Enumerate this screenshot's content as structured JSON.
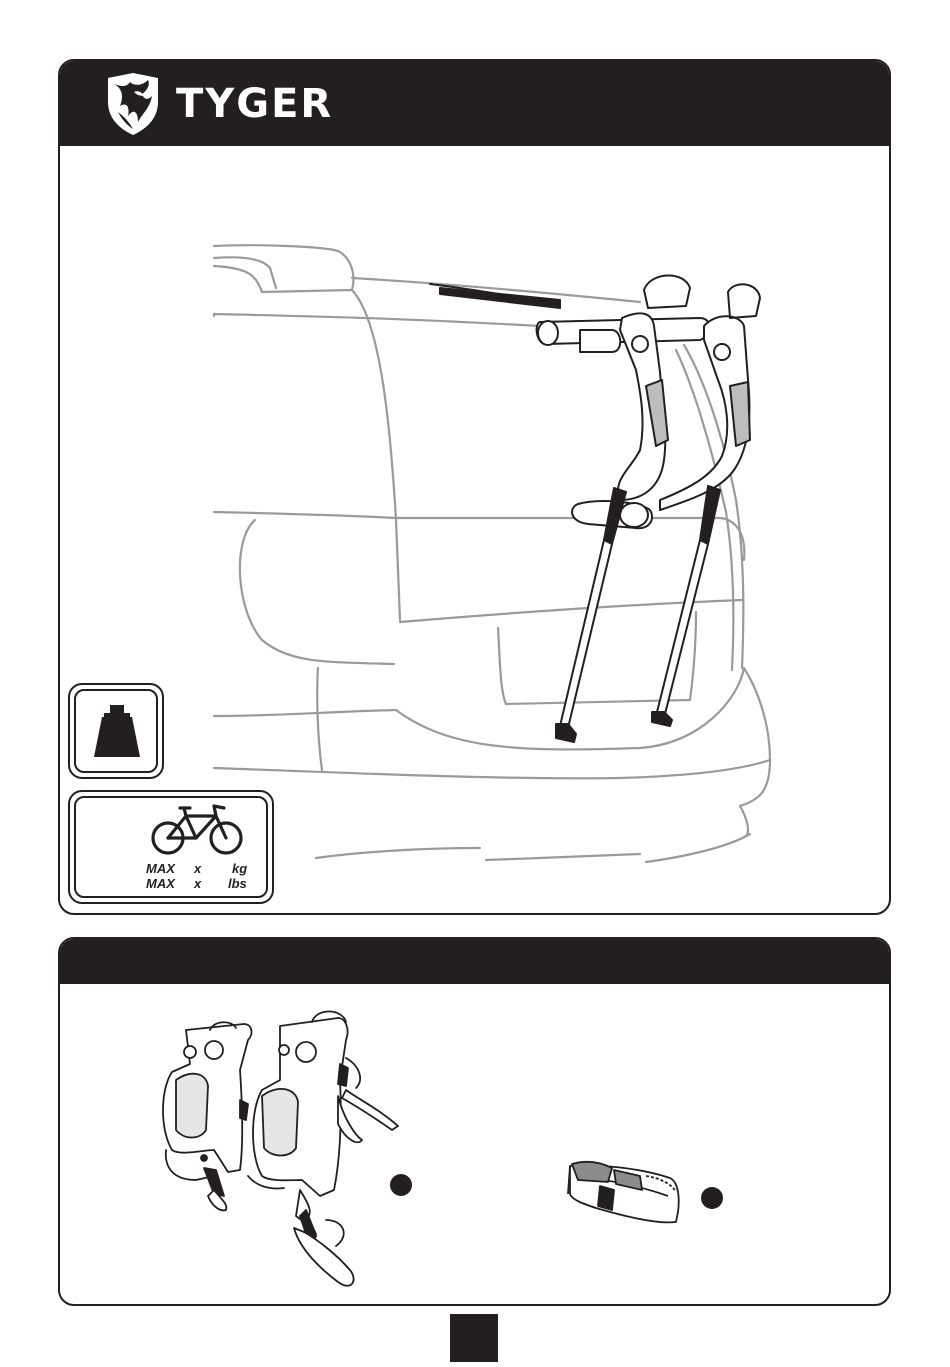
{
  "brand": {
    "name": "TYGER",
    "logo_icon": "tiger-shield-icon"
  },
  "capacity_card": {
    "row1": {
      "max": "MAX",
      "x": "x",
      "unit": "kg"
    },
    "row2": {
      "max": "MAX",
      "x": "x",
      "unit": "lbs"
    },
    "icon": "bicycle-icon"
  },
  "weight_card": {
    "icon": "weight-icon"
  },
  "parts_header": {
    "title": ""
  },
  "parts": [
    {
      "name": "bike-rack-assembly",
      "marker": "filled-circle"
    },
    {
      "name": "strap",
      "marker": "filled-circle"
    }
  ],
  "page": {
    "number": ""
  },
  "colors": {
    "ink": "#231f20",
    "line_gray": "#9a9a9a",
    "paper": "#ffffff"
  }
}
